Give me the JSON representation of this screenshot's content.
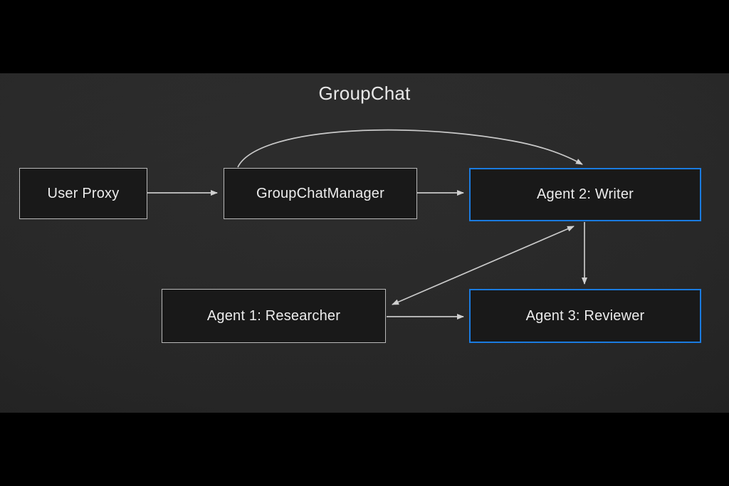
{
  "slide": {
    "title": "GroupChat",
    "background_color": "#282828",
    "letterbox_color": "#000000"
  },
  "theme": {
    "node_fill": "#191919",
    "node_border_plain": "#b9b9b9",
    "node_border_accent": "#1a7be0",
    "text_color": "#ececec",
    "edge_color": "#c9c9c9"
  },
  "nodes": [
    {
      "id": "user-proxy",
      "label": "User Proxy",
      "style": "plain"
    },
    {
      "id": "groupchatmanager",
      "label": "GroupChatManager",
      "style": "plain"
    },
    {
      "id": "agent2-writer",
      "label": "Agent 2: Writer",
      "style": "accent"
    },
    {
      "id": "agent1-researcher",
      "label": "Agent 1: Researcher",
      "style": "plain"
    },
    {
      "id": "agent3-reviewer",
      "label": "Agent 3: Reviewer",
      "style": "accent"
    }
  ],
  "edges": [
    {
      "id": "user-proxy-to-manager",
      "from": "User Proxy",
      "to": "GroupChatManager",
      "kind": "straight",
      "direction": "one-way"
    },
    {
      "id": "manager-to-writer",
      "from": "GroupChatManager",
      "to": "Agent 2: Writer",
      "kind": "straight",
      "direction": "one-way"
    },
    {
      "id": "manager-curve-to-writer",
      "from": "GroupChatManager",
      "to": "Agent 2: Writer",
      "kind": "curved",
      "direction": "one-way"
    },
    {
      "id": "writer-to-reviewer",
      "from": "Agent 2: Writer",
      "to": "Agent 3: Reviewer",
      "kind": "straight",
      "direction": "one-way"
    },
    {
      "id": "researcher-to-reviewer",
      "from": "Agent 1: Researcher",
      "to": "Agent 3: Reviewer",
      "kind": "straight",
      "direction": "one-way"
    },
    {
      "id": "researcher-writer-bidirect",
      "from": "Agent 1: Researcher",
      "to": "Agent 2: Writer",
      "kind": "diagonal",
      "direction": "two-way"
    }
  ]
}
